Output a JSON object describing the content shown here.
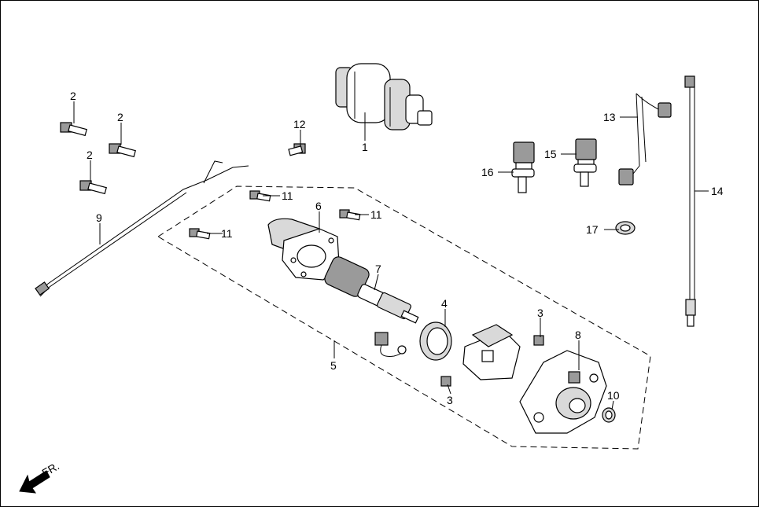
{
  "labels": {
    "p1": "1",
    "p2a": "2",
    "p2b": "2",
    "p2c": "2",
    "p3a": "3",
    "p3b": "3",
    "p4": "4",
    "p5": "5",
    "p6": "6",
    "p7": "7",
    "p8": "8",
    "p9": "9",
    "p10": "10",
    "p11a": "11",
    "p11b": "11",
    "p11c": "11",
    "p12": "12",
    "p13": "13",
    "p14": "14",
    "p15": "15",
    "p16": "16",
    "p17": "17"
  },
  "direction": "FR."
}
